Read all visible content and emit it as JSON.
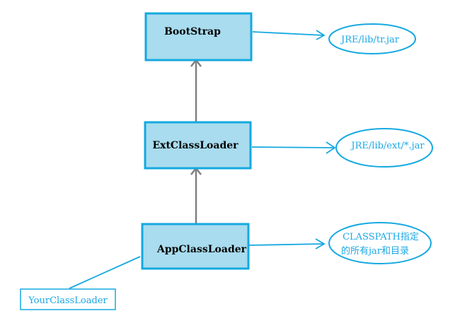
{
  "nodes": {
    "bootstrap": "BootStrap",
    "ext": "ExtClassLoader",
    "app": "AppClassLoader",
    "your": "YourClassLoader"
  },
  "paths": {
    "bootstrap": "JRE/lib/tr.jar",
    "ext": "JRE/lib/ext/*.jar",
    "app_line1": "CLASSPATH指定",
    "app_line2": "的所有jar和目录"
  },
  "colors": {
    "box_fill": "#a8dcee",
    "accent_blue": "#15a9e0",
    "text_blue": "#1aa8e6",
    "arrow_gray": "#808080"
  }
}
